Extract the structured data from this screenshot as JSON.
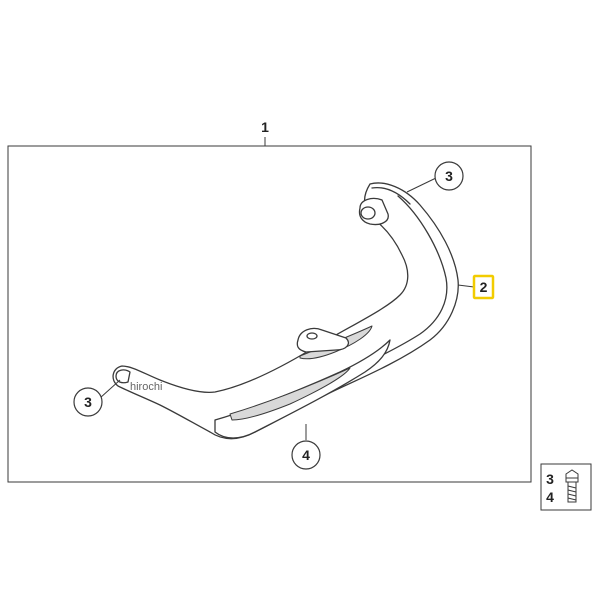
{
  "diagram": {
    "assembly_callout": "1",
    "callouts": {
      "item_2": "2",
      "item_3_top": "3",
      "item_3_left": "3",
      "item_4": "4"
    },
    "kit_box": {
      "line_1": "3",
      "line_2": "4"
    },
    "watermark": "hirochi",
    "colors": {
      "line": "#3a3a3a",
      "highlight": "#f2cc00",
      "fill": "#ffffff",
      "shade": "#d9d9d9"
    }
  }
}
